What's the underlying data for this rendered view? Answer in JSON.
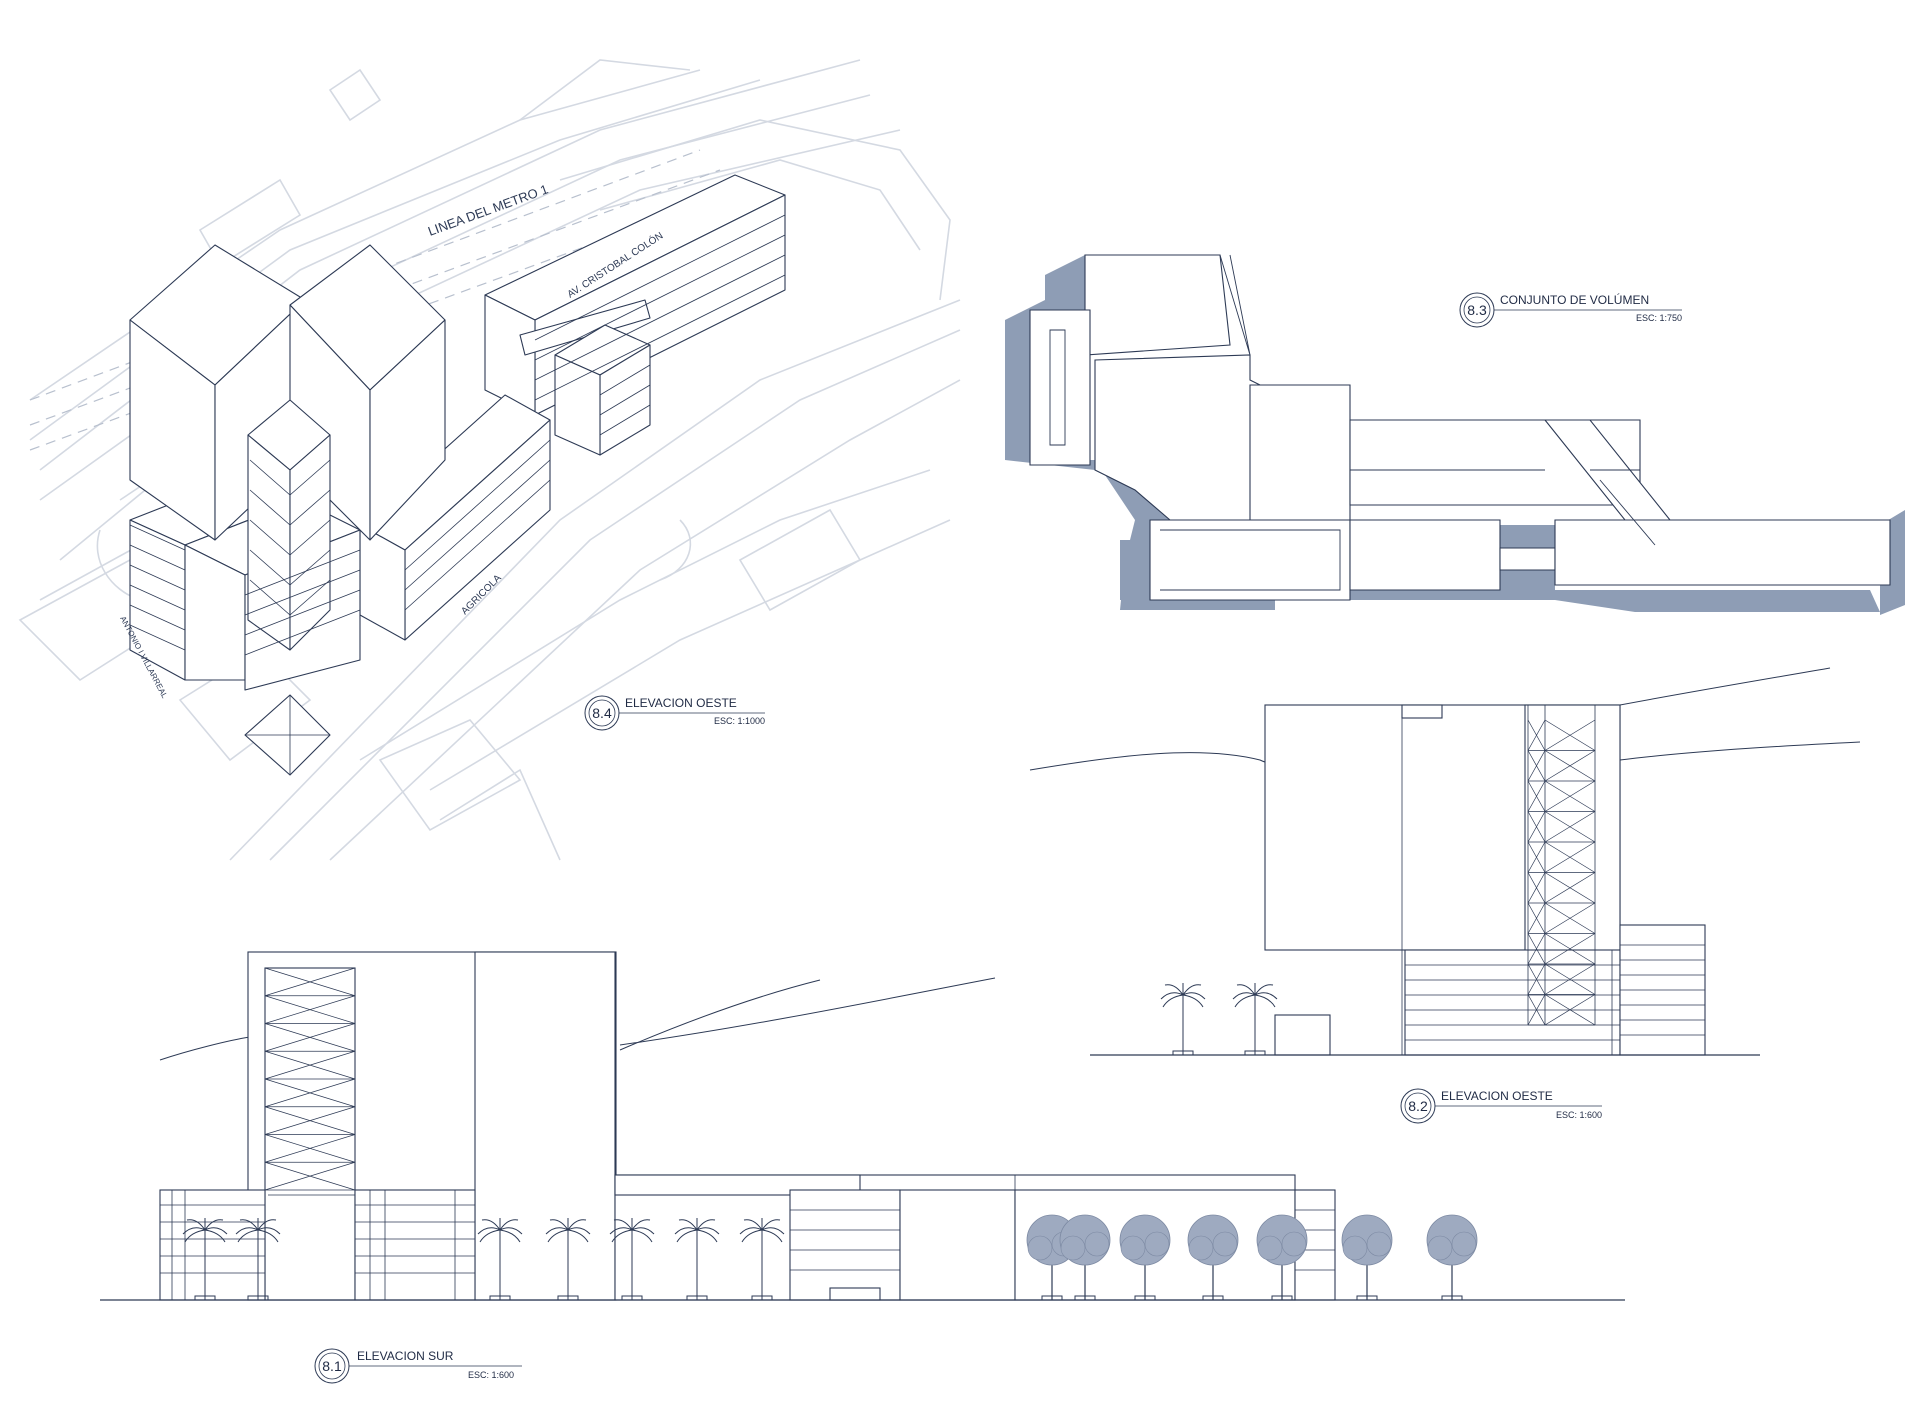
{
  "colors": {
    "line": "#2d3a55",
    "site": "#d4d9e2",
    "shadow": "#8e9db5",
    "tree": "#9eaac0"
  },
  "streets": {
    "metro": "LINEA DEL METRO 1",
    "colon": "AV. CRISTOBAL COLÓN",
    "agricola": "AGRICOLA",
    "villarreal": "ANTONIO I VILLARREAL"
  },
  "labels": [
    {
      "id": "8.4",
      "number": "8.4",
      "title": "ELEVACION OESTE",
      "scale": "ESC: 1:1000"
    },
    {
      "id": "8.3",
      "number": "8.3",
      "title": "CONJUNTO DE VOLÚMEN",
      "scale": "ESC: 1:750"
    },
    {
      "id": "8.2",
      "number": "8.2",
      "title": "ELEVACION OESTE",
      "scale": "ESC: 1:600"
    },
    {
      "id": "8.1",
      "number": "8.1",
      "title": "ELEVACION SUR",
      "scale": "ESC: 1:600"
    }
  ]
}
